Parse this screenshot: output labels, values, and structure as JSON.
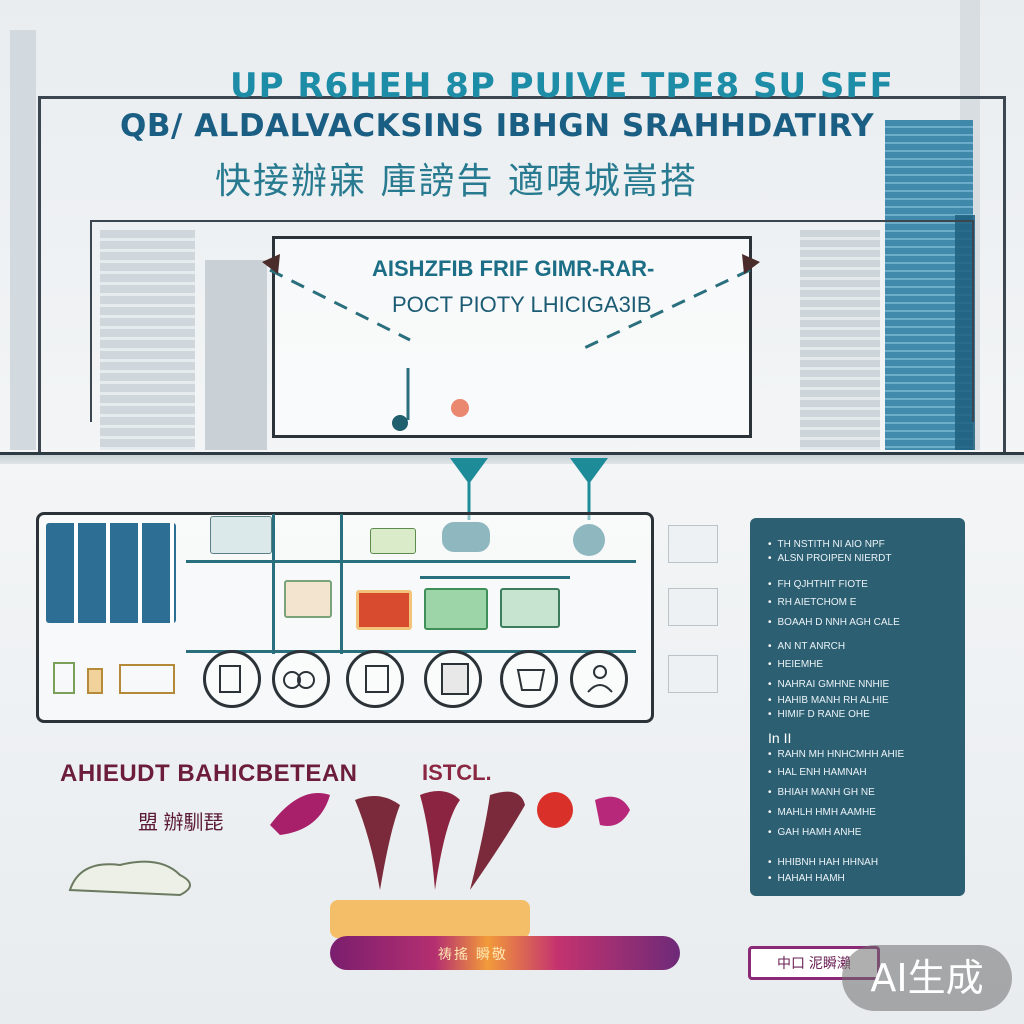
{
  "header": {
    "title_line1": "UP R6HEH 8P PUIVE TPE8 SU SFF",
    "title_line2": "QB/ ALDALVACKSINS IBHGN SRAHHDATIRY",
    "title_cn": "快接辦寐 庫謗告 適咦城嵩搭"
  },
  "view_panel": {
    "line1": "AISHZFIB FRIF GIMR-RAR-",
    "line2": "POCT PIOTY LHICIGA3IB"
  },
  "lower": {
    "left_label": "AHIEUDT BAHICBETEAN",
    "center_label": "ISTCL.",
    "small_cn": "盟 辦馴琵",
    "bar_text": "祷搖 瞬敬",
    "right_button": "中口 泥瞬瀨",
    "ai_badge": "AI生成"
  },
  "side_card": {
    "head": "In II"
  },
  "colors": {
    "title_teal": "#1d8ca6",
    "title_navy": "#1a5f83",
    "card_bg": "#2d5f73",
    "accent_magenta": "#b42f70",
    "accent_orange": "#f29a3a"
  }
}
